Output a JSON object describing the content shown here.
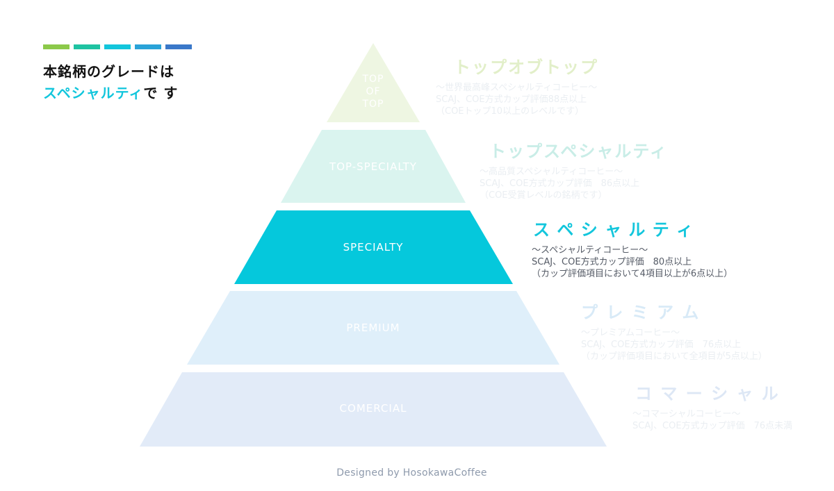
{
  "header": {
    "line1": "本銘柄のグレードは",
    "line2_accent": "スペシャルティ",
    "line2_rest": "で す",
    "stripe_colors": [
      "#8cc94a",
      "#1fc3a2",
      "#13c6dc",
      "#2aa3d8",
      "#3a78c9"
    ]
  },
  "tiers": [
    {
      "id": "top-of-top",
      "label_lines": [
        "TOP",
        "OF",
        "TOP"
      ],
      "color": "#eef6e2",
      "title": "トップオブトップ",
      "title_color": "#e2efc9",
      "lines": [
        "～世界最高峰スペシャルティコーヒー～",
        "SCAJ、COE方式カップ評価88点以上",
        "（COEトップ10以上のレベルです）"
      ]
    },
    {
      "id": "top-specialty",
      "label": "TOP-SPECIALTY",
      "color": "#daf4ef",
      "title": "トップスペシャルティ",
      "title_color": "#c9ede7",
      "lines": [
        "～高品質スペシャルティコーヒー～",
        "SCAJ、COE方式カップ評価　86点以上",
        "（COE受賞レベルの銘柄です）"
      ]
    },
    {
      "id": "specialty",
      "label": "SPECIALTY",
      "color": "#05c8dc",
      "title": "ス ペ シ ャ ル テ ィ",
      "title_color": "#13c6dc",
      "lines": [
        "～スペシャルティコーヒー～",
        "SCAJ、COE方式カップ評価　80点以上",
        "（カップ評価項目において4項目以上が6点以上）"
      ]
    },
    {
      "id": "premium",
      "label": "PREMIUM",
      "color": "#dfeffa",
      "title": "プ レ ミ ア ム",
      "title_color": "#d8eaf7",
      "lines": [
        "～プレミアムコーヒー～",
        "SCAJ、COE方式カップ評価　76点以上",
        "（カップ評価項目において全項目が5点以上）"
      ]
    },
    {
      "id": "comercial",
      "label": "COMERCIAL",
      "color": "#e2ebf8",
      "title": "コ マ ー シ ャ ル",
      "title_color": "#dde7f5",
      "lines": [
        "～コマーシャルコーヒー～",
        "SCAJ、COE方式カップ評価　76点未満"
      ]
    }
  ],
  "footer": "Designed by HosokawaCoffee"
}
